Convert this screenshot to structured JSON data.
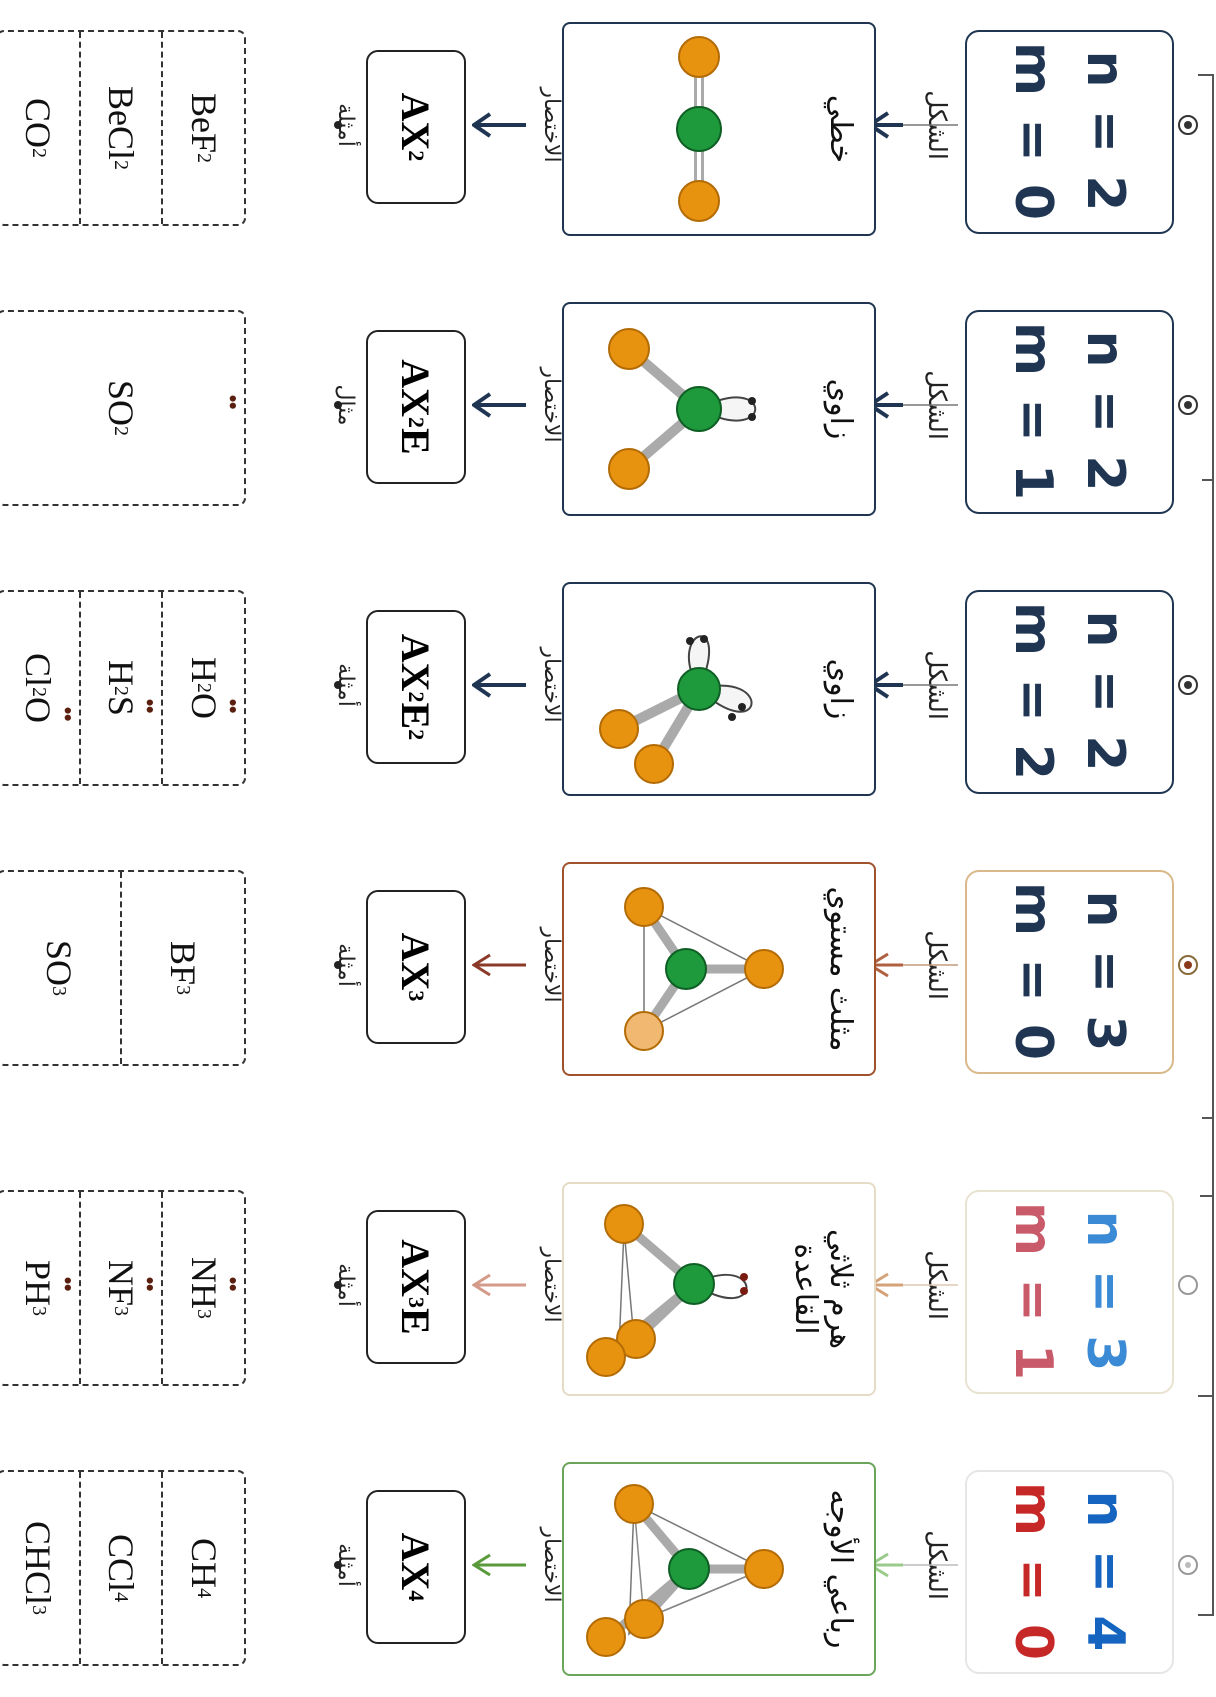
{
  "labels": {
    "shape": "الشكل",
    "abbr": "الاختصار"
  },
  "colors": {
    "n": "#1565c0",
    "m": "#c62828",
    "frame": "#1f3552",
    "center": "#1e9a3c",
    "ligand": "#e8930f"
  },
  "columns": [
    {
      "n": "n = 2",
      "m": "m = 0",
      "geometry": "خطي",
      "abbr": {
        "ax": "AX",
        "x_sub": "2",
        "e": "",
        "e_sub": ""
      },
      "examples_label": "أمثلة",
      "examples": [
        {
          "base": "BeF",
          "sub": "2"
        },
        {
          "base": "BeCl",
          "sub": "2"
        },
        {
          "base": "CO",
          "sub": "2"
        }
      ]
    },
    {
      "n": "n = 2",
      "m": "m = 1",
      "geometry": "زاوي",
      "abbr": {
        "ax": "AX",
        "x_sub": "2",
        "e": "E",
        "e_sub": ""
      },
      "examples_label": "مثال",
      "examples": [
        {
          "base": "SO",
          "sub": "2"
        }
      ]
    },
    {
      "n": "n = 2",
      "m": "m = 2",
      "geometry": "زاوي",
      "abbr": {
        "ax": "AX",
        "x_sub": "2",
        "e": "E",
        "e_sub": "2"
      },
      "examples_label": "أمثلة",
      "examples": [
        {
          "base": "H",
          "sub": "2",
          "tail": "O"
        },
        {
          "base": "H",
          "sub": "2",
          "tail": "S"
        },
        {
          "base": "Cl",
          "sub": "2",
          "tail": "O"
        }
      ]
    },
    {
      "n": "n = 3",
      "m": "m = 0",
      "geometry": "مثلث مستوي",
      "abbr": {
        "ax": "AX",
        "x_sub": "3",
        "e": "",
        "e_sub": ""
      },
      "examples_label": "أمثلة",
      "examples": [
        {
          "base": "BF",
          "sub": "3"
        },
        {
          "base": "SO",
          "sub": "3"
        }
      ]
    },
    {
      "n": "n = 3",
      "m": "m = 1",
      "geometry": "هرم ثلاثي القاعدة",
      "abbr": {
        "ax": "AX",
        "x_sub": "3",
        "e": "E",
        "e_sub": ""
      },
      "examples_label": "أمثلة",
      "examples": [
        {
          "base": "NH",
          "sub": "3"
        },
        {
          "base": "NF",
          "sub": "3"
        },
        {
          "base": "PH",
          "sub": "3"
        }
      ]
    },
    {
      "n": "n = 4",
      "m": "m = 0",
      "geometry": "رباعي الأوجه",
      "abbr": {
        "ax": "AX",
        "x_sub": "4",
        "e": "",
        "e_sub": ""
      },
      "examples_label": "أمثلة",
      "examples": [
        {
          "base": "CH",
          "sub": "4"
        },
        {
          "base": "CCl",
          "sub": "4"
        },
        {
          "base": "CHCl",
          "sub": "3"
        }
      ]
    }
  ]
}
